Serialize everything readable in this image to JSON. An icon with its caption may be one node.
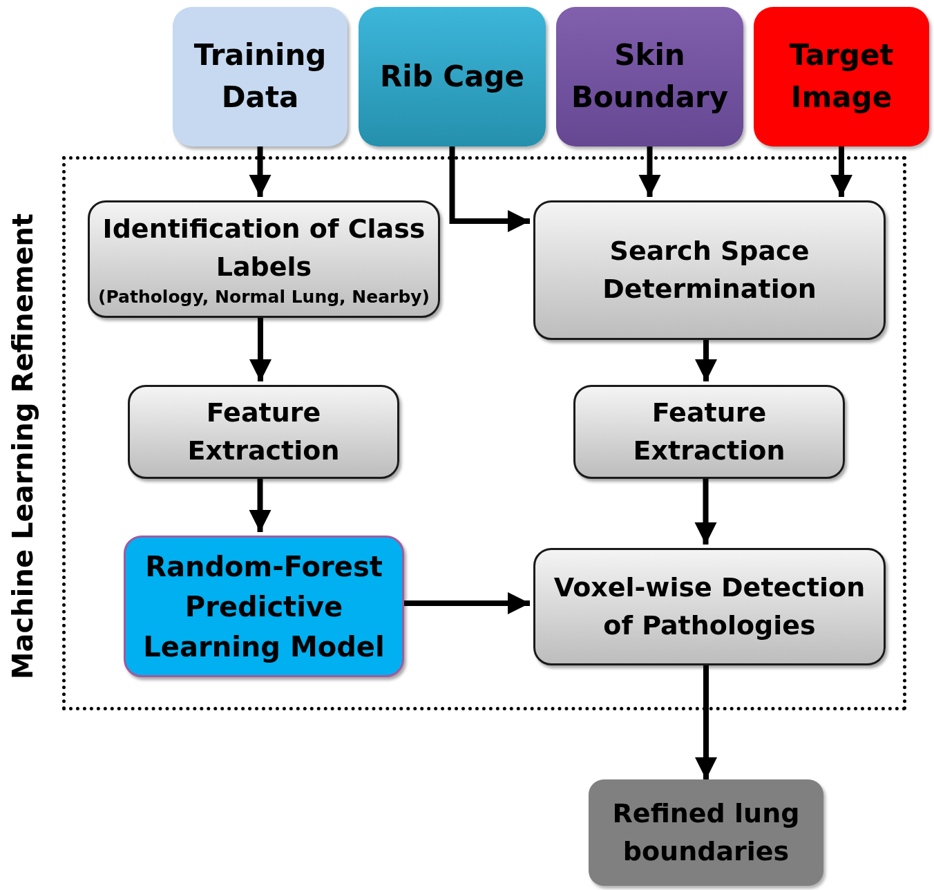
{
  "diagram": {
    "nodes": [
      {
        "text": [
          "Training Data"
        ]
      },
      {
        "text": [
          "Rib Cage"
        ]
      },
      {
        "text": [
          "Skin Boundary"
        ]
      },
      {
        "text": [
          "Target Image"
        ]
      },
      {
        "text": [
          "Machine Learning Refinement"
        ]
      },
      {
        "text": [
          "Identification of Class Labels",
          "(Pathology, Normal Lung, Nearby)"
        ],
        "in": 4
      },
      {
        "text": [
          "Search Space Determination"
        ],
        "in": 4
      },
      {
        "text": [
          "Feature Extraction"
        ],
        "in": 4
      },
      {
        "text": [
          "Feature Extraction"
        ],
        "in": 4
      },
      {
        "text": [
          "Random-Forest Predictive Learning Model"
        ],
        "in": 4
      },
      {
        "text": [
          "Voxel-wise Detection of Pathologies"
        ],
        "in": 4
      },
      {
        "text": [
          "Refined lung boundaries"
        ]
      }
    ],
    "edges": [
      {
        "from": 0,
        "to": 5,
        "arrow": "to"
      },
      {
        "from": 1,
        "to": 6,
        "arrow": "to"
      },
      {
        "from": 2,
        "to": 6,
        "arrow": "to"
      },
      {
        "from": 3,
        "to": 6,
        "arrow": "to"
      },
      {
        "from": 5,
        "to": 7,
        "arrow": "to"
      },
      {
        "from": 7,
        "to": 9,
        "arrow": "to"
      },
      {
        "from": 6,
        "to": 8,
        "arrow": "to"
      },
      {
        "from": 8,
        "to": 10,
        "arrow": "to"
      },
      {
        "from": 9,
        "to": 10,
        "arrow": "to"
      },
      {
        "from": 10,
        "to": 11,
        "arrow": "to"
      }
    ]
  }
}
